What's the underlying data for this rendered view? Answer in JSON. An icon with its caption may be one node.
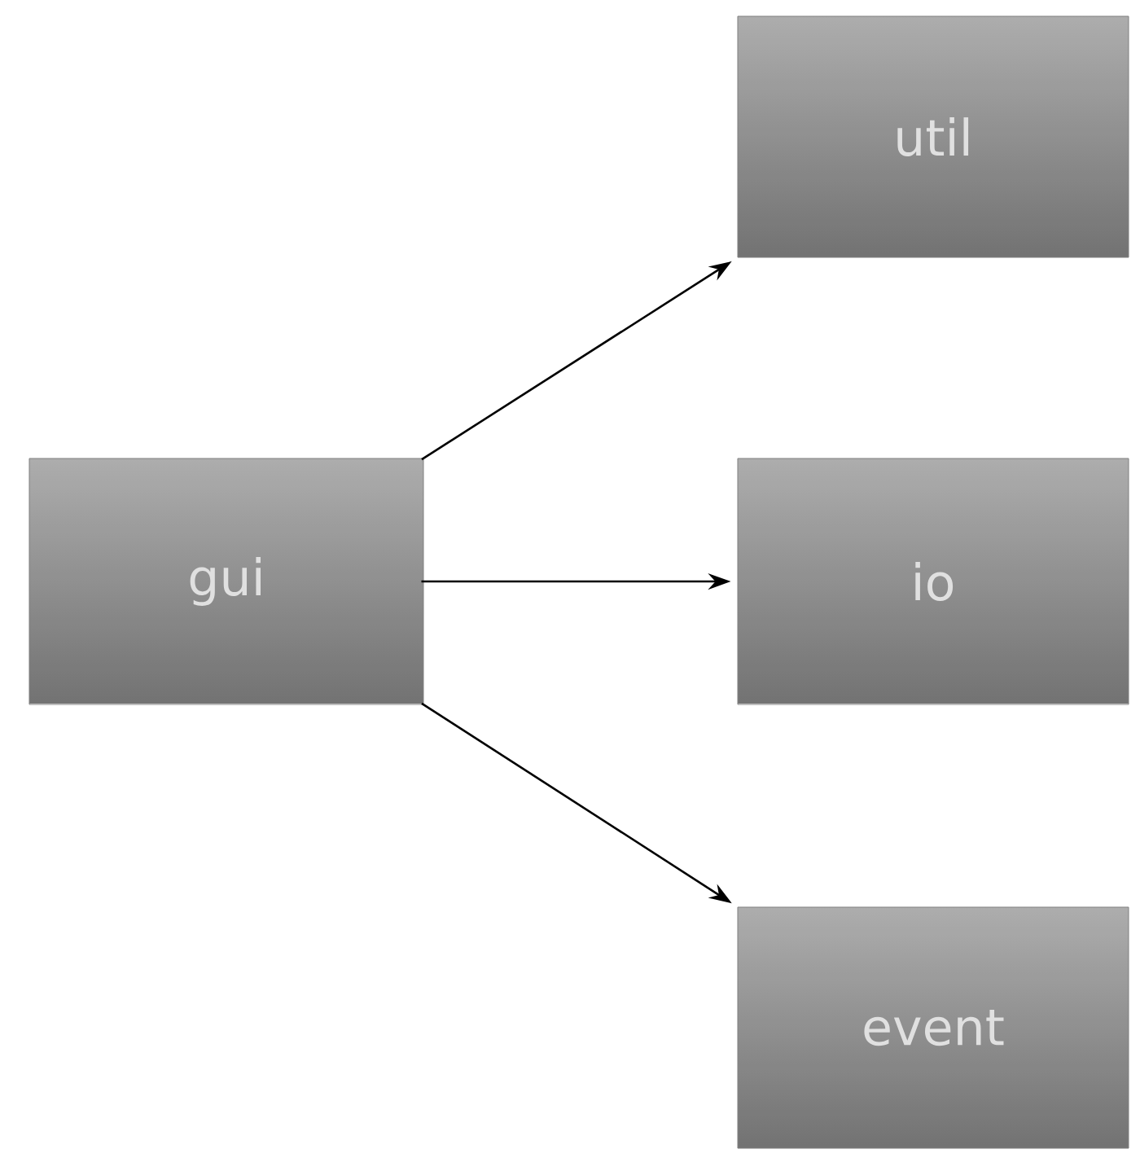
{
  "diagram": {
    "nodes": [
      {
        "text": [
          "gui"
        ]
      },
      {
        "text": [
          "util"
        ]
      },
      {
        "text": [
          "io"
        ]
      },
      {
        "text": [
          "event"
        ]
      }
    ],
    "edges": [
      {
        "from": 0,
        "to": 1,
        "arrow": "to"
      },
      {
        "from": 0,
        "to": 2,
        "arrow": "to"
      },
      {
        "from": 0,
        "to": 3,
        "arrow": "to"
      }
    ]
  }
}
